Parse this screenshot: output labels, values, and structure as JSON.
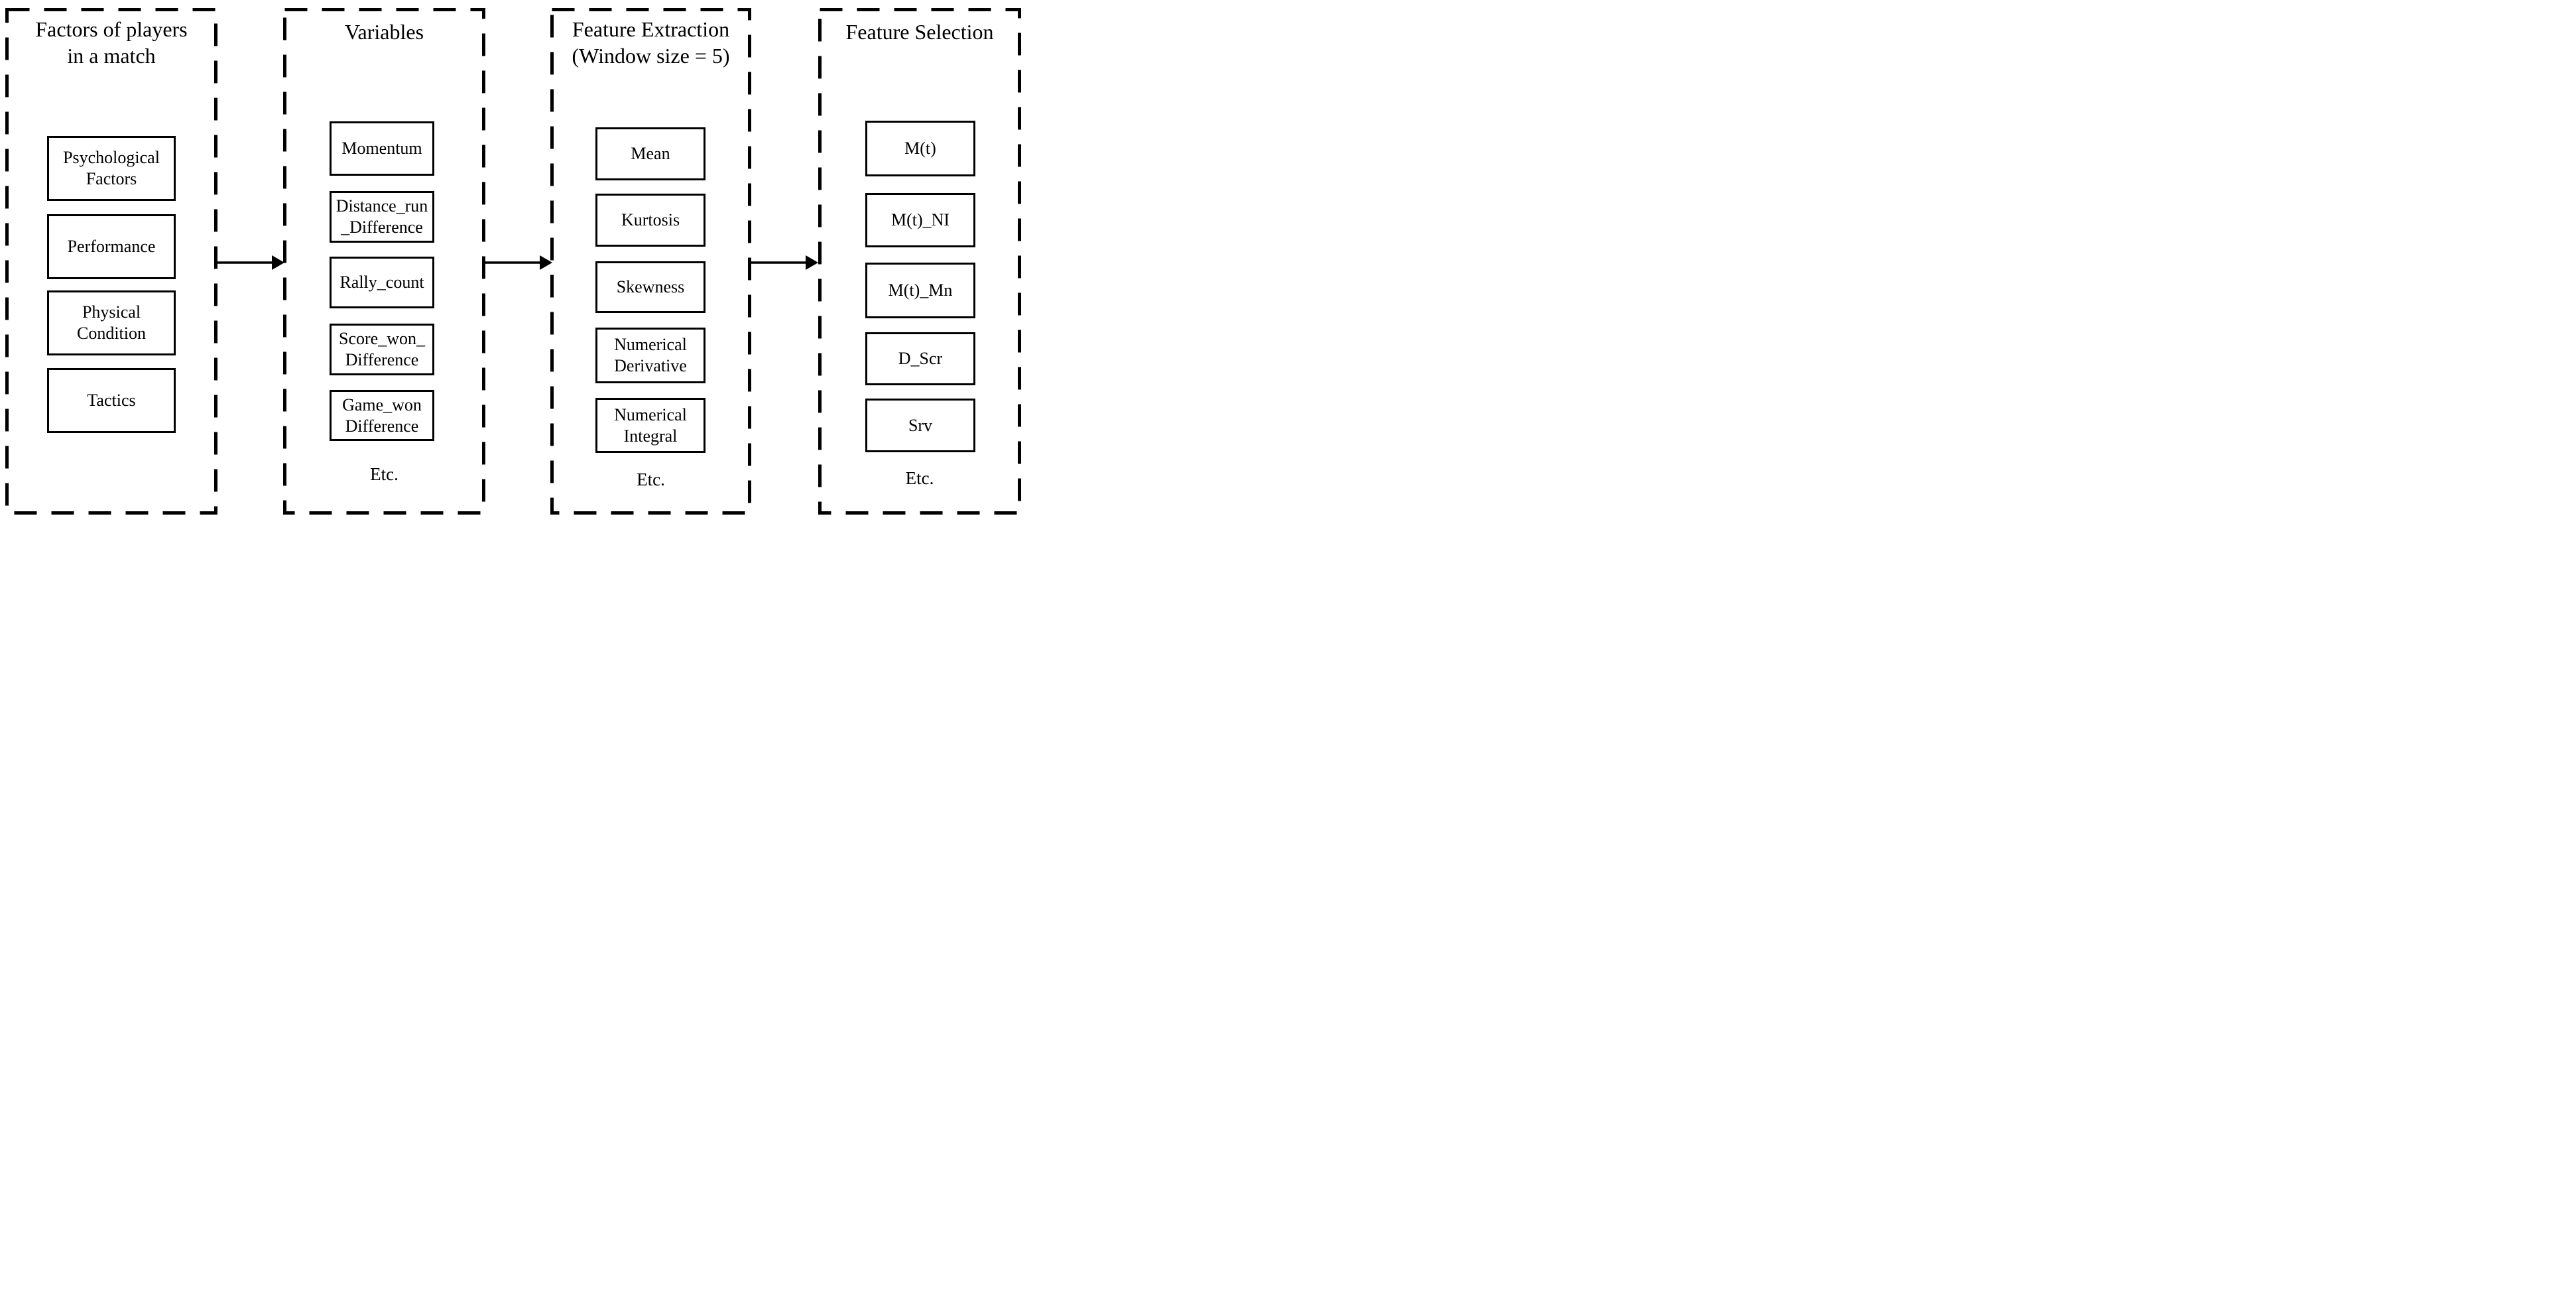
{
  "diagram": {
    "type": "flow-diagram",
    "background": "#ffffff",
    "ink": "#000000"
  },
  "columns": [
    {
      "title": "Factors of players\nin a match",
      "items": [
        "Psychological\nFactors",
        "Performance",
        "Physical\nCondition",
        "Tactics"
      ],
      "footer": ""
    },
    {
      "title": "Variables",
      "items": [
        "Momentum",
        "Distance_run\n_Difference",
        "Rally_count",
        "Score_won_\nDifference",
        "Game_won\nDifference"
      ],
      "footer": "Etc."
    },
    {
      "title": "Feature Extraction\n(Window size = 5)",
      "items": [
        "Mean",
        "Kurtosis",
        "Skewness",
        "Numerical\nDerivative",
        "Numerical\nIntegral"
      ],
      "footer": "Etc."
    },
    {
      "title": "Feature Selection",
      "items": [
        "M(t)",
        "M(t)_NI",
        "M(t)_Mn",
        "D_Scr",
        "Srv"
      ],
      "footer": "Etc."
    }
  ],
  "arrows": [
    {
      "from": "Factors of players in a match",
      "to": "Variables"
    },
    {
      "from": "Variables",
      "to": "Feature Extraction (Window size = 5)"
    },
    {
      "from": "Feature Extraction (Window size = 5)",
      "to": "Feature Selection"
    }
  ]
}
